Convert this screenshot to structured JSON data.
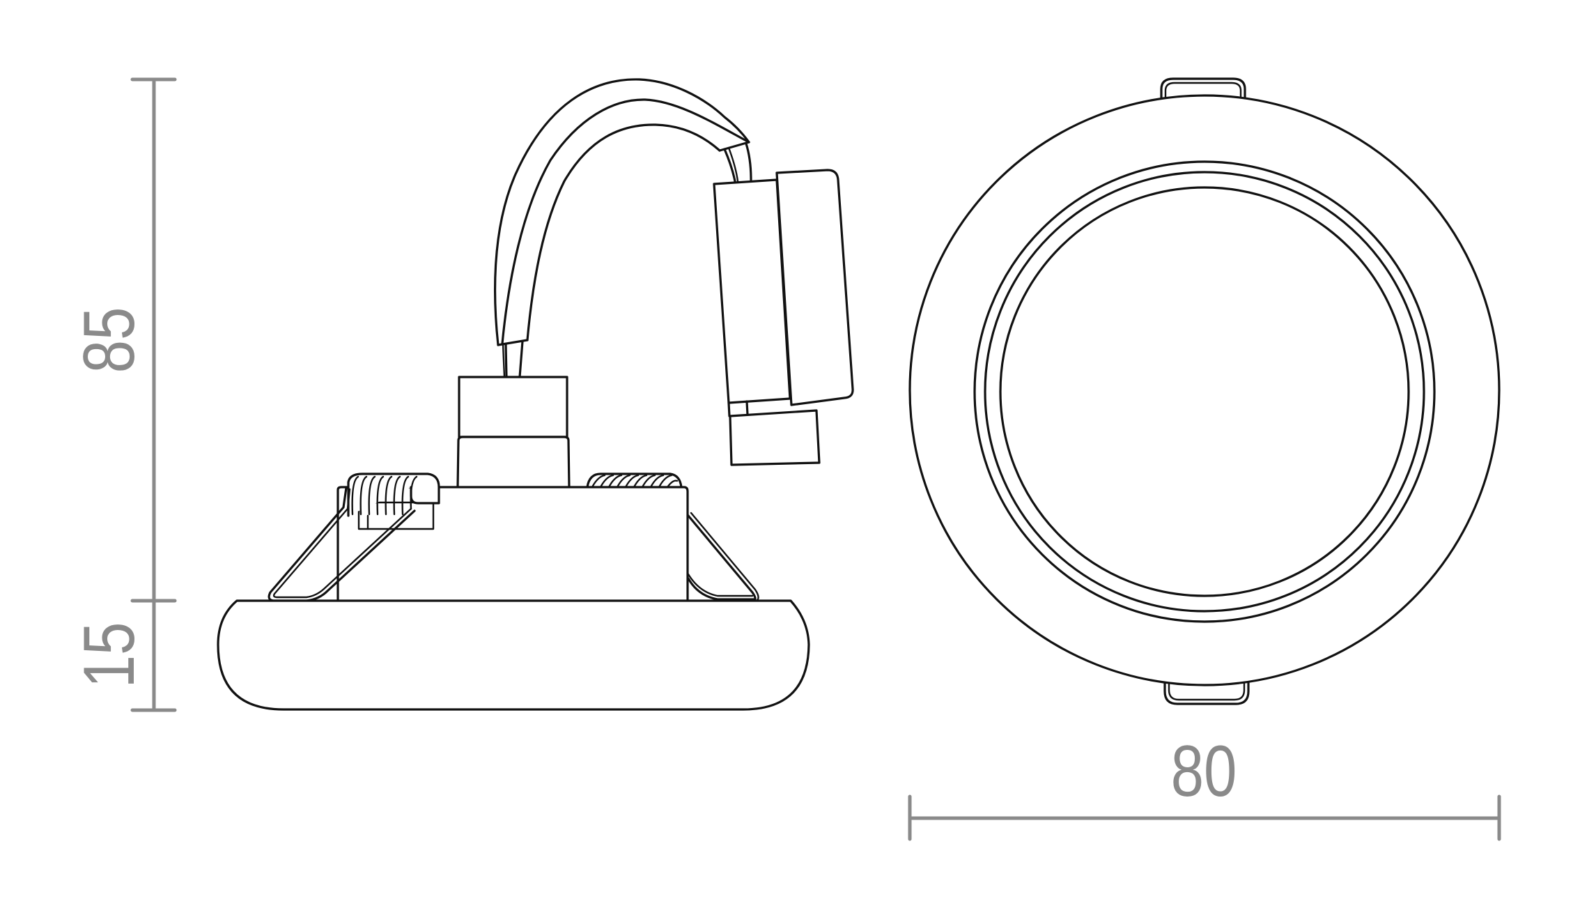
{
  "drawing": {
    "type": "technical-dimension-drawing",
    "subject": "recessed downlight fixture with spring clips, cable and driver",
    "views": [
      {
        "name": "side-view",
        "parts": [
          "rounded trim/base",
          "body housing",
          "spring clips",
          "lamp socket",
          "cable",
          "driver box",
          "connector"
        ]
      },
      {
        "name": "front-view",
        "parts": [
          "outer trim ring",
          "inner ring",
          "inner ring 2",
          "lens",
          "top clip tab",
          "bottom clip tab"
        ]
      }
    ],
    "colors": {
      "outline": "#111111",
      "dimension": "#8a8a8a",
      "background": "#ffffff"
    }
  },
  "dimensions": {
    "total_height": {
      "label": "85",
      "unit": "mm",
      "orientation": "vertical"
    },
    "trim_height": {
      "label": "15",
      "unit": "mm",
      "orientation": "vertical"
    },
    "diameter": {
      "label": "80",
      "unit": "mm",
      "orientation": "horizontal"
    }
  }
}
